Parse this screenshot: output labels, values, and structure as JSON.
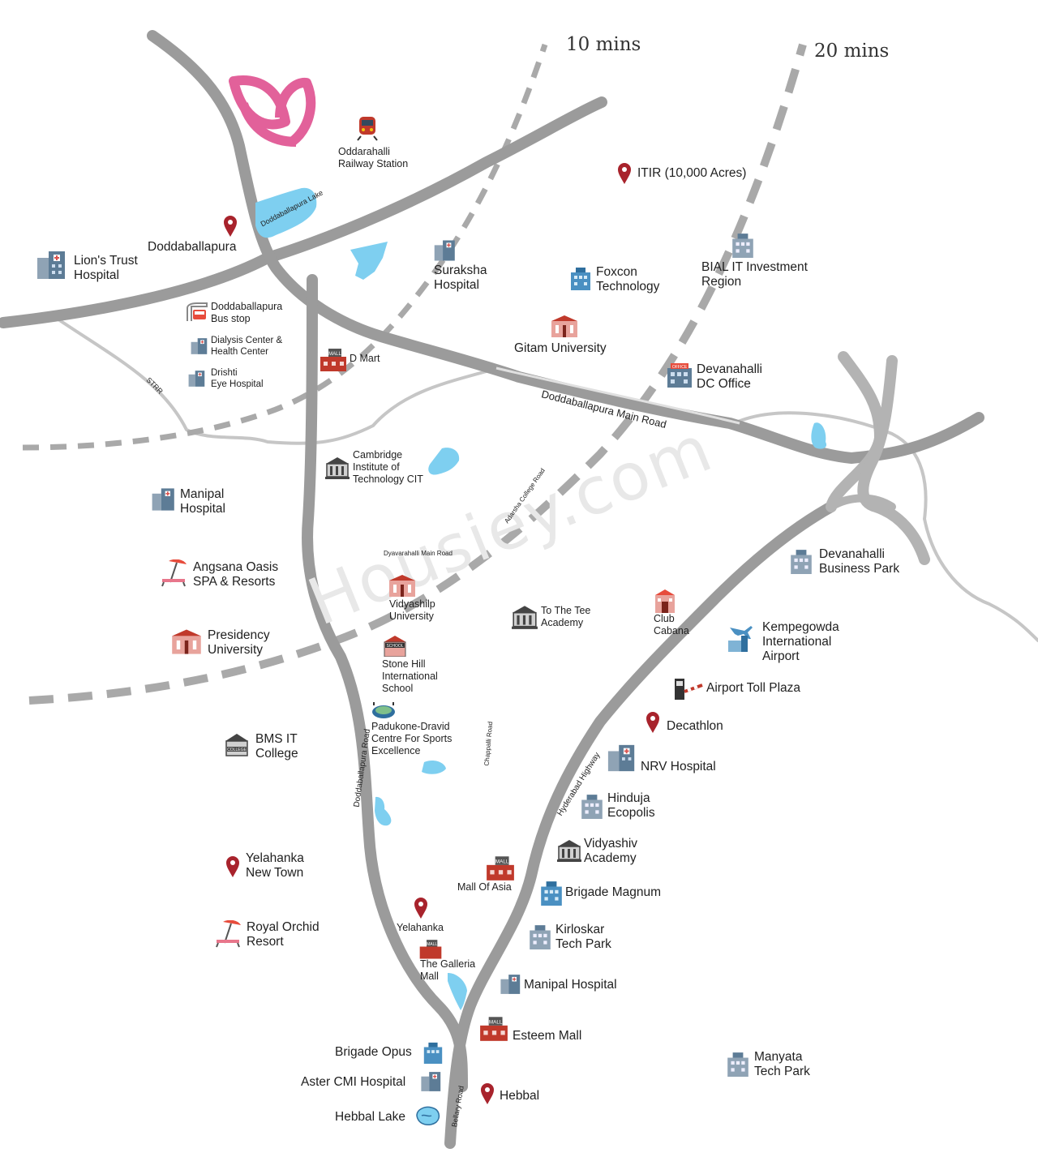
{
  "watermark": "Housiey.com",
  "time_rings": {
    "ring1": "10 mins",
    "ring2": "20 mins"
  },
  "roads": {
    "strr": "STRR",
    "dodda_main": "Doddaballapura Main Road",
    "lake_label": "Doddaballapura Lake",
    "adarsha": "Adarsha College Road",
    "dyavarahalli": "Dyavarahalli Main Road",
    "dodda_road": "Doddaballapura Road",
    "chappalli": "Chappalli Road",
    "hyderabad": "Hyderabad Highway",
    "bellary": "Bellary Road"
  },
  "places": {
    "oddarahalli": "Oddarahalli\nRailway Station",
    "itir": "ITIR (10,000 Acres)",
    "doddaballapura": "Doddaballapura",
    "lions": "Lion's Trust\nHospital",
    "suraksha": "Suraksha\nHospital",
    "foxconn": "Foxcon\nTechnology",
    "bial": "BIAL IT Investment\nRegion",
    "bus_stop": "Doddaballapura\nBus stop",
    "dialysis": "Dialysis Center &\nHealth Center",
    "drishti": "Drishti\nEye Hospital",
    "dmart": "D Mart",
    "gitam": "Gitam University",
    "devanahalli_dc": "Devanahalli\nDC Office",
    "cambridge": "Cambridge\nInstitute of\nTechnology CIT",
    "manipal1": "Manipal\nHospital",
    "angsana": "Angsana Oasis\nSPA & Resorts",
    "presidency": "Presidency\nUniversity",
    "vidyashilp": "Vidyashilp\nUniversity",
    "tothetee": "To The Tee\nAcademy",
    "clubcabana": "Club\nCabana",
    "dev_business": "Devanahalli\nBusiness Park",
    "kia": "Kempegowda\nInternational\nAirport",
    "toll": "Airport Toll Plaza",
    "stonehill": "Stone Hill\nInternational\nSchool",
    "padukone": "Padukone-Dravid\nCentre For Sports\nExcellence",
    "decathlon": "Decathlon",
    "bms": "BMS IT\nCollege",
    "nrv": "NRV Hospital",
    "hinduja": "Hinduja\nEcopolis",
    "vidyashiv": "Vidyashiv\nAcademy",
    "yelahanka_nt": "Yelahanka\nNew Town",
    "mall_of_asia": "Mall Of Asia",
    "brigade_magnum": "Brigade Magnum",
    "royal_orchid": "Royal Orchid\nResort",
    "yelahanka": "Yelahanka",
    "kirloskar": "Kirloskar\nTech Park",
    "galleria": "The Galleria\nMall",
    "manipal2": "Manipal Hospital",
    "esteem": "Esteem Mall",
    "brigade_opus": "Brigade Opus",
    "manyata": "Manyata\nTech Park",
    "aster": "Aster CMI Hospital",
    "hebbal": "Hebbal",
    "hebbal_lake": "Hebbal Lake"
  },
  "colors": {
    "road": "#9b9b9b",
    "road_light": "#c4c4c4",
    "lake": "#7ecff0",
    "pin": "#a8232c",
    "logo": "#e2619a",
    "ring": "#a9a9a9"
  }
}
